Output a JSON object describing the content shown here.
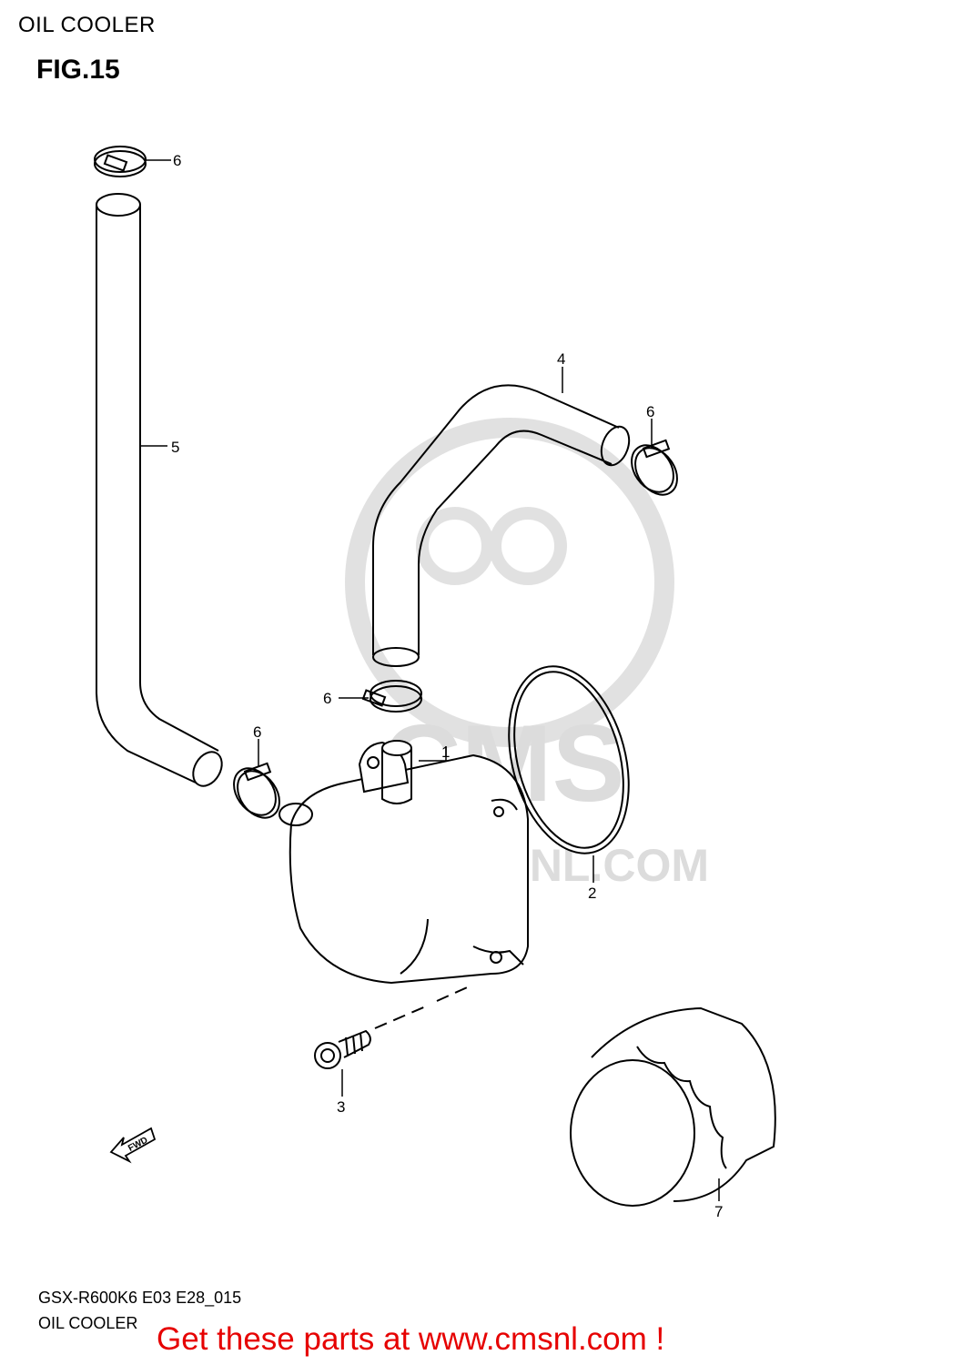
{
  "header": {
    "title": "OIL COOLER",
    "figure": "FIG.15"
  },
  "watermark": {
    "logo": "CMS",
    "url": "WWW.CMSNL.COM",
    "color": "#d6d6d6"
  },
  "callouts": [
    {
      "id": "c6a",
      "label": "6"
    },
    {
      "id": "c5",
      "label": "5"
    },
    {
      "id": "c4",
      "label": "4"
    },
    {
      "id": "c6b",
      "label": "6"
    },
    {
      "id": "c6c",
      "label": "6"
    },
    {
      "id": "c6d",
      "label": "6"
    },
    {
      "id": "c1",
      "label": "1"
    },
    {
      "id": "c2",
      "label": "2"
    },
    {
      "id": "c3",
      "label": "3"
    },
    {
      "id": "c7",
      "label": "7"
    }
  ],
  "fwd_marker": {
    "label": "FWD"
  },
  "footer": {
    "model_code": "GSX-R600K6 E03 E28_015",
    "section_name": "OIL COOLER",
    "banner": "Get these parts at www.cmsnl.com !",
    "banner_color": "#e60000"
  }
}
